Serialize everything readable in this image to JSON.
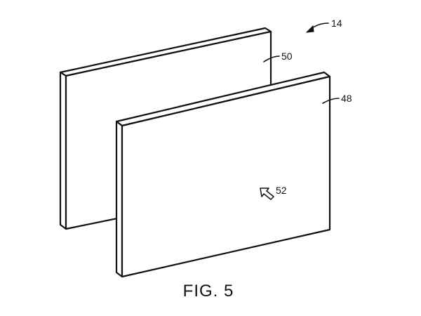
{
  "figure": {
    "caption": "FIG. 5",
    "assembly_ref": "14",
    "rear_panel_ref": "50",
    "front_panel_ref": "48",
    "surface_ref": "52"
  },
  "colors": {
    "ink": "#111111",
    "paper": "#ffffff"
  }
}
